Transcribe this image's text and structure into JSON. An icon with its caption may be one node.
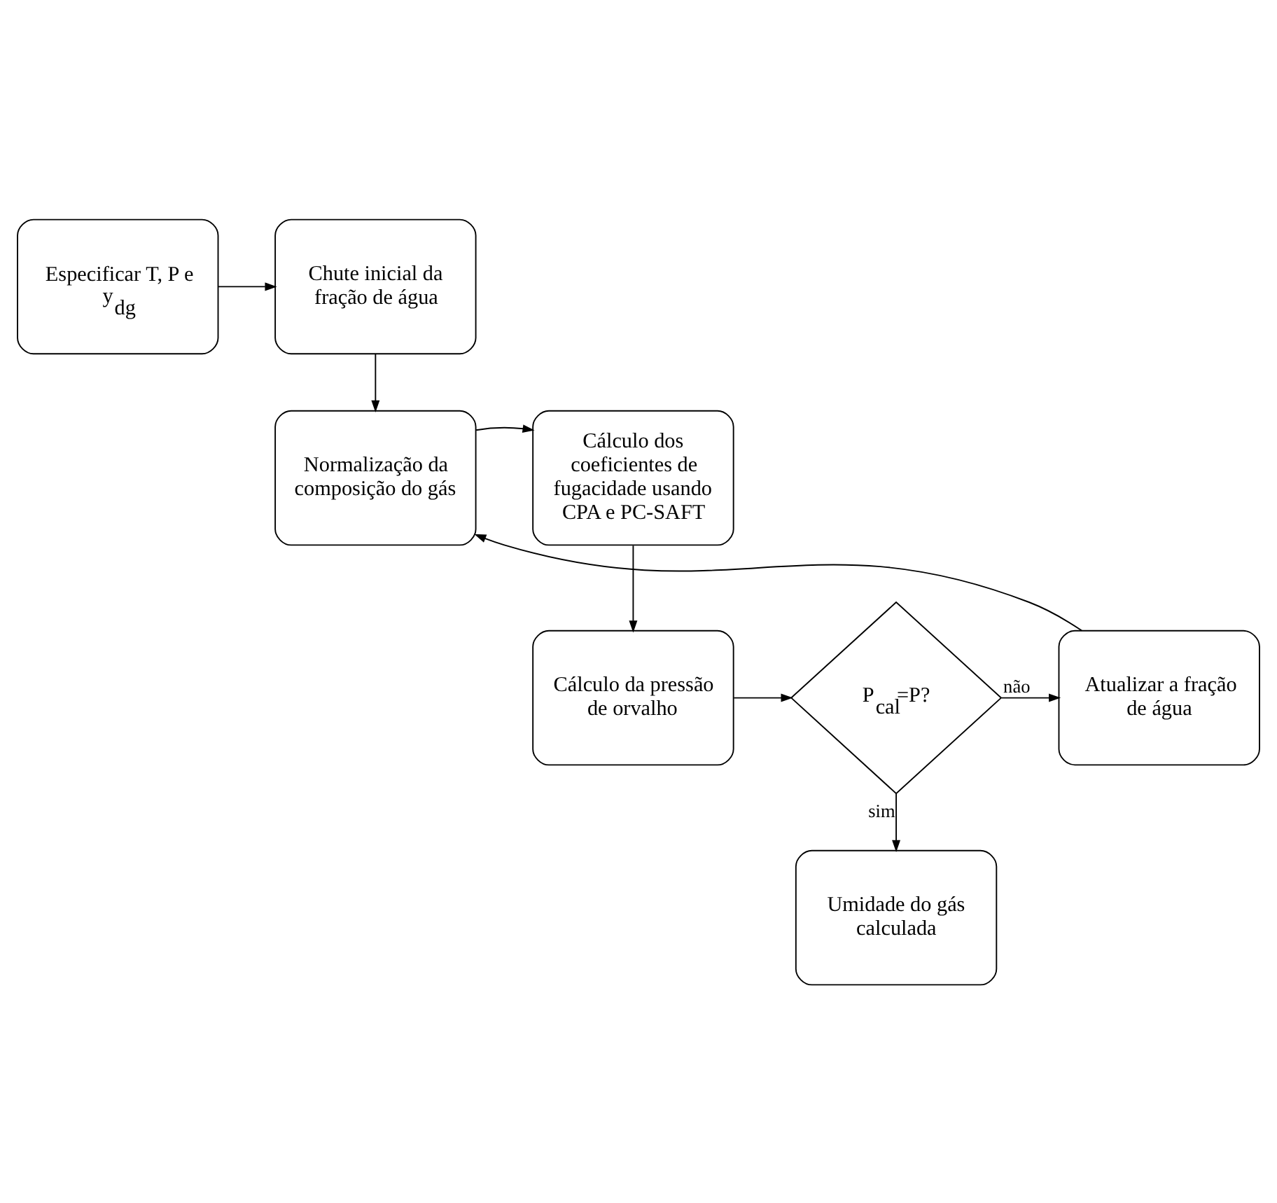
{
  "diagram": {
    "nodes": [
      {
        "text": [
          "Especificar T, P e y$_{dg}$"
        ]
      },
      {
        "text": [
          "Chute inicial da fração de água"
        ]
      },
      {
        "text": [
          "Cálculo dos coeficientes de fugacidade usando CPA e PC-SAFT"
        ]
      },
      {
        "text": [
          "Normalização da composição do gás"
        ]
      },
      {
        "text": [
          "Cálculo da pressão de orvalho"
        ]
      },
      {
        "text": [
          "P$_{cal}$=P?"
        ]
      },
      {
        "text": [
          "Atualizar a fração de água"
        ]
      },
      {
        "text": [
          "Umidade do gás calculada"
        ]
      }
    ],
    "edges": [
      {
        "from": 0,
        "to": 1,
        "arrow": "to"
      },
      {
        "from": 1,
        "to": 3,
        "arrow": "to"
      },
      {
        "from": 3,
        "to": 2,
        "arrow": "to"
      },
      {
        "from": 2,
        "to": 4,
        "arrow": "to"
      },
      {
        "from": 4,
        "to": 5,
        "arrow": "to"
      },
      {
        "from": 5,
        "to": 6,
        "label": "não",
        "arrow": "to"
      },
      {
        "from": 6,
        "to": 3,
        "arrow": "to"
      },
      {
        "from": 5,
        "to": 7,
        "label": "sim",
        "arrow": "to"
      }
    ]
  }
}
